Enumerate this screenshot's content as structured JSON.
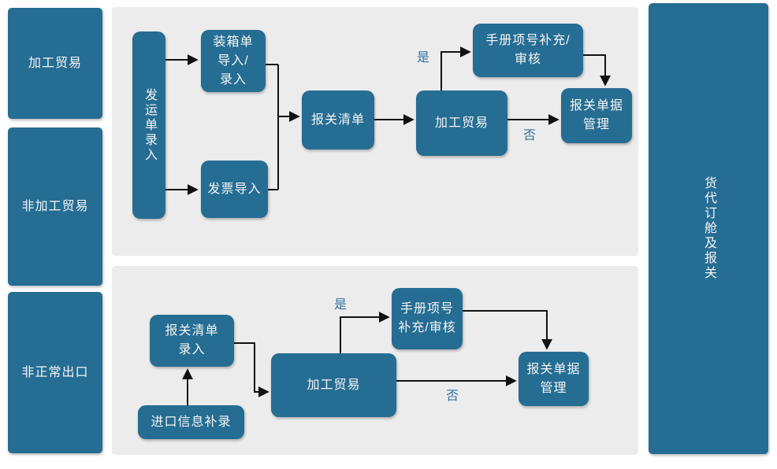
{
  "palette": {
    "box_fill": "#256D93",
    "box_text": "#F5F5F5",
    "panel_bg": "#ECECEC",
    "page_bg": "#FFFFFF",
    "connector": "#111111",
    "branch_label": "#35719E"
  },
  "left_lanes": [
    {
      "label": "加工贸易"
    },
    {
      "label": "非加工贸易"
    },
    {
      "label": "非正常出口"
    }
  ],
  "right_lane": {
    "label": "货代订舱及报关"
  },
  "top_flow": {
    "shipping_order_entry": "发运单录入",
    "packing_list_import": "装箱单\n导入/\n录入",
    "invoice_import": "发票导入",
    "declaration_list": "报关清单",
    "processing_trade": "加工贸易",
    "manual_item_supplement_review": "手册项号补充/\n审核",
    "declaration_document_mgmt": "报关单据\n管理",
    "yes_label": "是",
    "no_label": "否"
  },
  "bottom_flow": {
    "declaration_list_entry": "报关清单\n录入",
    "import_info_supplement": "进口信息补录",
    "processing_trade": "加工贸易",
    "manual_item_supplement_review": "手册项号\n补充/审核",
    "declaration_document_mgmt": "报关单据\n管理",
    "yes_label": "是",
    "no_label": "否"
  }
}
